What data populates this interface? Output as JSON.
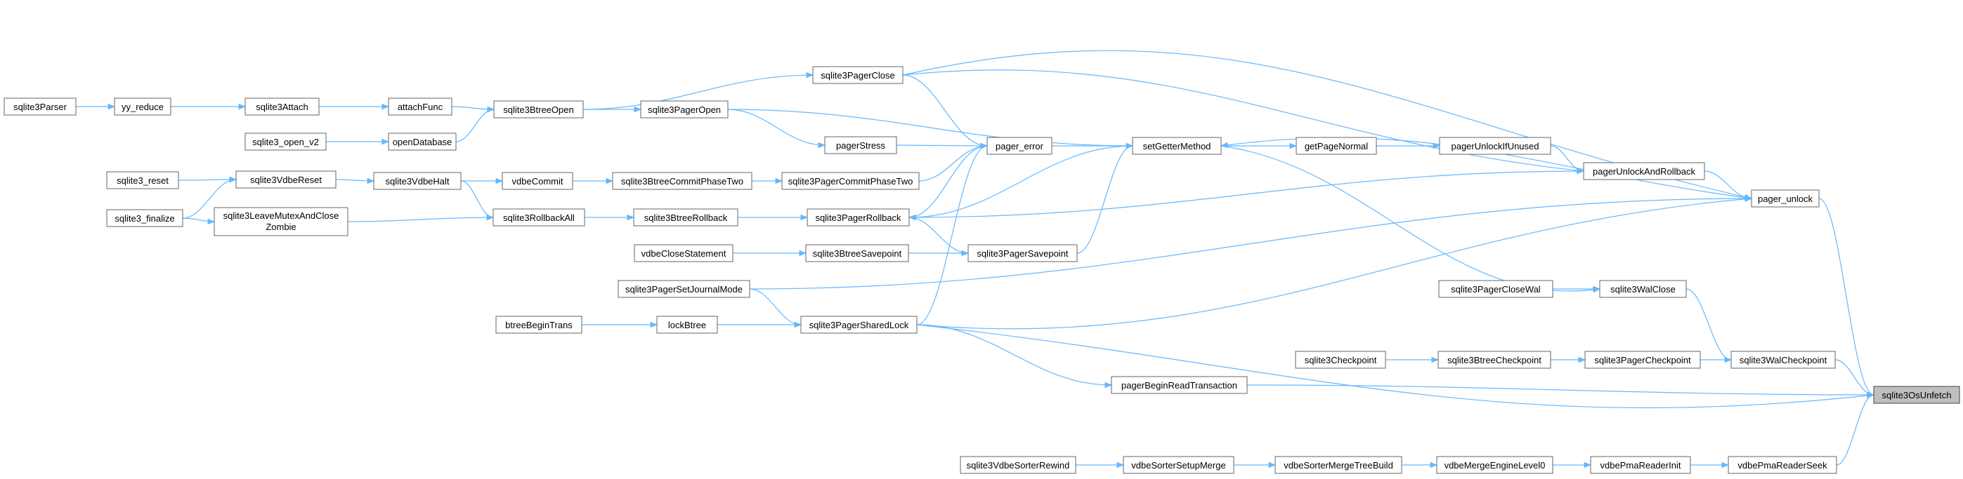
{
  "graph": {
    "title": "sqlite3OsUnfetch caller graph",
    "target": "sqlite3OsUnfetch",
    "nodes": [
      {
        "id": "sqlite3Parser",
        "label": "sqlite3Parser"
      },
      {
        "id": "yy_reduce",
        "label": "yy_reduce"
      },
      {
        "id": "sqlite3Attach",
        "label": "sqlite3Attach"
      },
      {
        "id": "attachFunc",
        "label": "attachFunc"
      },
      {
        "id": "sqlite3_open_v2",
        "label": "sqlite3_open_v2"
      },
      {
        "id": "openDatabase",
        "label": "openDatabase"
      },
      {
        "id": "sqlite3BtreeOpen",
        "label": "sqlite3BtreeOpen"
      },
      {
        "id": "sqlite3PagerOpen",
        "label": "sqlite3PagerOpen"
      },
      {
        "id": "sqlite3PagerClose",
        "label": "sqlite3PagerClose"
      },
      {
        "id": "sqlite3_reset",
        "label": "sqlite3_reset"
      },
      {
        "id": "sqlite3VdbeReset",
        "label": "sqlite3VdbeReset"
      },
      {
        "id": "sqlite3_finalize",
        "label": "sqlite3_finalize"
      },
      {
        "id": "sqlite3LeaveMutexAndCloseZombie",
        "label": "sqlite3LeaveMutexAndClose",
        "label2": "Zombie"
      },
      {
        "id": "sqlite3VdbeHalt",
        "label": "sqlite3VdbeHalt"
      },
      {
        "id": "vdbeCommit",
        "label": "vdbeCommit"
      },
      {
        "id": "sqlite3BtreeCommitPhaseTwo",
        "label": "sqlite3BtreeCommitPhaseTwo"
      },
      {
        "id": "sqlite3PagerCommitPhaseTwo",
        "label": "sqlite3PagerCommitPhaseTwo"
      },
      {
        "id": "pagerStress",
        "label": "pagerStress"
      },
      {
        "id": "pager_error",
        "label": "pager_error"
      },
      {
        "id": "sqlite3RollbackAll",
        "label": "sqlite3RollbackAll"
      },
      {
        "id": "sqlite3BtreeRollback",
        "label": "sqlite3BtreeRollback"
      },
      {
        "id": "sqlite3PagerRollback",
        "label": "sqlite3PagerRollback"
      },
      {
        "id": "vdbeCloseStatement",
        "label": "vdbeCloseStatement"
      },
      {
        "id": "sqlite3BtreeSavepoint",
        "label": "sqlite3BtreeSavepoint"
      },
      {
        "id": "sqlite3PagerSavepoint",
        "label": "sqlite3PagerSavepoint"
      },
      {
        "id": "sqlite3PagerSetJournalMode",
        "label": "sqlite3PagerSetJournalMode"
      },
      {
        "id": "btreeBeginTrans",
        "label": "btreeBeginTrans"
      },
      {
        "id": "lockBtree",
        "label": "lockBtree"
      },
      {
        "id": "sqlite3PagerSharedLock",
        "label": "sqlite3PagerSharedLock"
      },
      {
        "id": "setGetterMethod",
        "label": "setGetterMethod"
      },
      {
        "id": "getPageNormal",
        "label": "getPageNormal"
      },
      {
        "id": "pagerUnlockIfUnused",
        "label": "pagerUnlockIfUnused"
      },
      {
        "id": "pagerUnlockAndRollback",
        "label": "pagerUnlockAndRollback"
      },
      {
        "id": "pager_unlock",
        "label": "pager_unlock"
      },
      {
        "id": "sqlite3PagerCloseWal",
        "label": "sqlite3PagerCloseWal"
      },
      {
        "id": "sqlite3WalClose",
        "label": "sqlite3WalClose"
      },
      {
        "id": "sqlite3Checkpoint",
        "label": "sqlite3Checkpoint"
      },
      {
        "id": "sqlite3BtreeCheckpoint",
        "label": "sqlite3BtreeCheckpoint"
      },
      {
        "id": "sqlite3PagerCheckpoint",
        "label": "sqlite3PagerCheckpoint"
      },
      {
        "id": "sqlite3WalCheckpoint",
        "label": "sqlite3WalCheckpoint"
      },
      {
        "id": "pagerBeginReadTransaction",
        "label": "pagerBeginReadTransaction"
      },
      {
        "id": "sqlite3OsUnfetch",
        "label": "sqlite3OsUnfetch"
      },
      {
        "id": "sqlite3VdbeSorterRewind",
        "label": "sqlite3VdbeSorterRewind"
      },
      {
        "id": "vdbeSorterSetupMerge",
        "label": "vdbeSorterSetupMerge"
      },
      {
        "id": "vdbeSorterMergeTreeBuild",
        "label": "vdbeSorterMergeTreeBuild"
      },
      {
        "id": "vdbeMergeEngineLevel0",
        "label": "vdbeMergeEngineLevel0"
      },
      {
        "id": "vdbePmaReaderInit",
        "label": "vdbePmaReaderInit"
      },
      {
        "id": "vdbePmaReaderSeek",
        "label": "vdbePmaReaderSeek"
      }
    ],
    "edges": [
      [
        "sqlite3Parser",
        "yy_reduce"
      ],
      [
        "yy_reduce",
        "sqlite3Attach"
      ],
      [
        "sqlite3Attach",
        "attachFunc"
      ],
      [
        "attachFunc",
        "sqlite3BtreeOpen"
      ],
      [
        "sqlite3_open_v2",
        "openDatabase"
      ],
      [
        "openDatabase",
        "sqlite3BtreeOpen"
      ],
      [
        "sqlite3BtreeOpen",
        "sqlite3PagerOpen"
      ],
      [
        "sqlite3BtreeOpen",
        "sqlite3PagerClose"
      ],
      [
        "sqlite3PagerOpen",
        "setGetterMethod"
      ],
      [
        "sqlite3PagerOpen",
        "pagerStress"
      ],
      [
        "sqlite3_reset",
        "sqlite3VdbeReset"
      ],
      [
        "sqlite3_finalize",
        "sqlite3VdbeReset"
      ],
      [
        "sqlite3_finalize",
        "sqlite3LeaveMutexAndCloseZombie"
      ],
      [
        "sqlite3VdbeReset",
        "sqlite3VdbeHalt"
      ],
      [
        "sqlite3VdbeHalt",
        "vdbeCommit"
      ],
      [
        "sqlite3VdbeHalt",
        "sqlite3RollbackAll"
      ],
      [
        "sqlite3LeaveMutexAndCloseZombie",
        "sqlite3RollbackAll"
      ],
      [
        "vdbeCommit",
        "sqlite3BtreeCommitPhaseTwo"
      ],
      [
        "sqlite3BtreeCommitPhaseTwo",
        "sqlite3PagerCommitPhaseTwo"
      ],
      [
        "sqlite3PagerCommitPhaseTwo",
        "pager_error"
      ],
      [
        "pagerStress",
        "pager_error"
      ],
      [
        "sqlite3PagerClose",
        "pager_error"
      ],
      [
        "sqlite3RollbackAll",
        "sqlite3BtreeRollback"
      ],
      [
        "sqlite3BtreeRollback",
        "sqlite3PagerRollback"
      ],
      [
        "sqlite3PagerRollback",
        "pager_error"
      ],
      [
        "sqlite3PagerRollback",
        "setGetterMethod"
      ],
      [
        "vdbeCloseStatement",
        "sqlite3BtreeSavepoint"
      ],
      [
        "sqlite3BtreeSavepoint",
        "sqlite3PagerSavepoint"
      ],
      [
        "sqlite3PagerSavepoint",
        "sqlite3PagerRollback"
      ],
      [
        "sqlite3PagerSavepoint",
        "setGetterMethod"
      ],
      [
        "sqlite3PagerSetJournalMode",
        "pager_unlock"
      ],
      [
        "sqlite3PagerSetJournalMode",
        "sqlite3PagerSharedLock"
      ],
      [
        "btreeBeginTrans",
        "lockBtree"
      ],
      [
        "lockBtree",
        "sqlite3PagerSharedLock"
      ],
      [
        "sqlite3PagerSharedLock",
        "pager_error"
      ],
      [
        "sqlite3PagerSharedLock",
        "pager_unlock"
      ],
      [
        "sqlite3PagerSharedLock",
        "pagerBeginReadTransaction"
      ],
      [
        "sqlite3PagerSharedLock",
        "sqlite3OsUnfetch"
      ],
      [
        "pager_error",
        "setGetterMethod"
      ],
      [
        "setGetterMethod",
        "getPageNormal"
      ],
      [
        "getPageNormal",
        "pagerUnlockIfUnused"
      ],
      [
        "pagerUnlockIfUnused",
        "pagerUnlockAndRollback"
      ],
      [
        "pagerUnlockAndRollback",
        "sqlite3PagerRollback"
      ],
      [
        "pagerUnlockAndRollback",
        "pager_unlock"
      ],
      [
        "sqlite3PagerClose",
        "pagerUnlockAndRollback"
      ],
      [
        "sqlite3PagerClose",
        "pager_unlock"
      ],
      [
        "pager_unlock",
        "setGetterMethod"
      ],
      [
        "pager_unlock",
        "sqlite3OsUnfetch"
      ],
      [
        "sqlite3PagerCloseWal",
        "sqlite3WalClose"
      ],
      [
        "sqlite3WalClose",
        "sqlite3WalCheckpoint"
      ],
      [
        "setGetterMethod",
        "sqlite3WalClose"
      ],
      [
        "sqlite3Checkpoint",
        "sqlite3BtreeCheckpoint"
      ],
      [
        "sqlite3BtreeCheckpoint",
        "sqlite3PagerCheckpoint"
      ],
      [
        "sqlite3PagerCheckpoint",
        "sqlite3WalCheckpoint"
      ],
      [
        "sqlite3WalCheckpoint",
        "sqlite3OsUnfetch"
      ],
      [
        "pagerBeginReadTransaction",
        "sqlite3OsUnfetch"
      ],
      [
        "sqlite3VdbeSorterRewind",
        "vdbeSorterSetupMerge"
      ],
      [
        "vdbeSorterSetupMerge",
        "vdbeSorterMergeTreeBuild"
      ],
      [
        "vdbeSorterMergeTreeBuild",
        "vdbeMergeEngineLevel0"
      ],
      [
        "vdbeMergeEngineLevel0",
        "vdbePmaReaderInit"
      ],
      [
        "vdbePmaReaderInit",
        "vdbePmaReaderSeek"
      ],
      [
        "vdbePmaReaderSeek",
        "sqlite3OsUnfetch"
      ]
    ],
    "colors": {
      "edge": "#63b8ff",
      "node_border": "#666666",
      "target_fill": "#bfbfbf"
    }
  }
}
